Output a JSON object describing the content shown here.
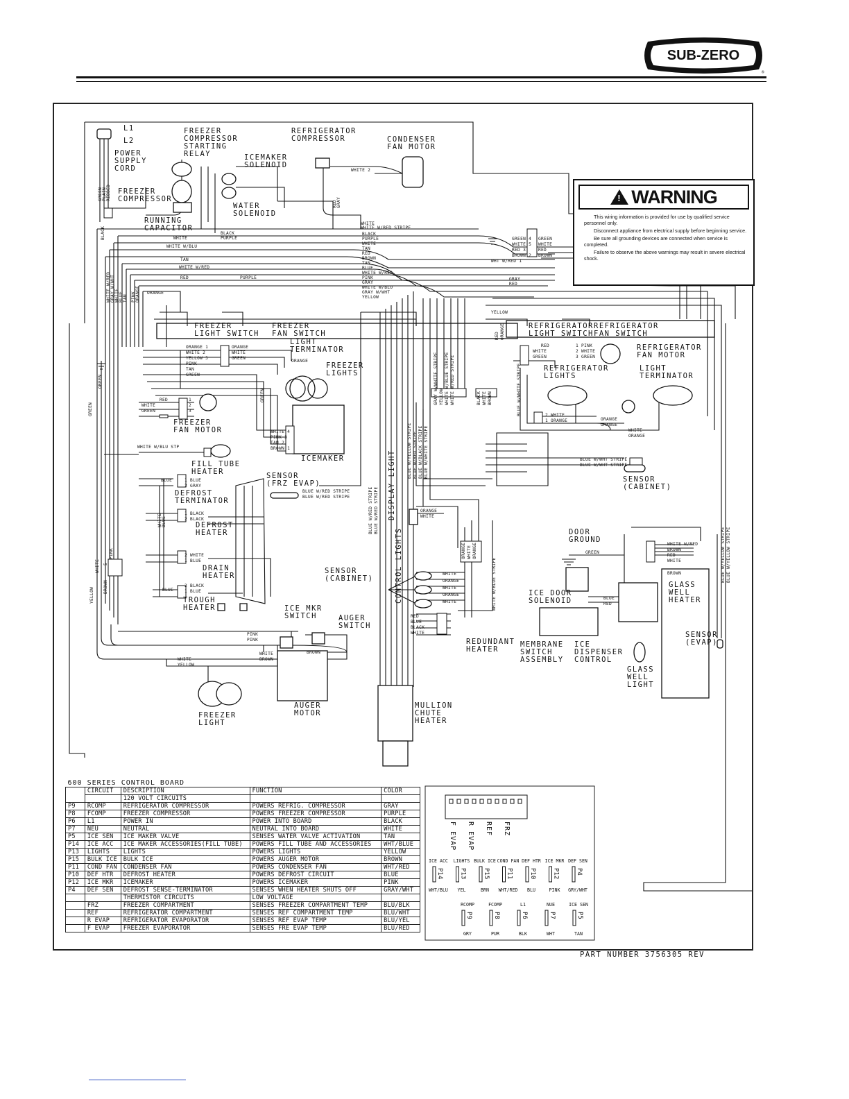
{
  "brand": {
    "name": "SUB-ZERO",
    "reg": "®"
  },
  "warning": {
    "title": "WARNING",
    "paragraphs": [
      "This wiring information is provided for use by qualified service personnel only.",
      "Disconnect appliance from electrical supply before beginning service.",
      "Be sure all grounding devices are connected when service is completed.",
      "Failure to observe the above warnings may result in severe electrical shock."
    ]
  },
  "components": {
    "l1": "L1",
    "l2": "L2",
    "power_cord": [
      "POWER",
      "SUPPLY",
      "CORD"
    ],
    "freezer_compressor_relay": [
      "FREEZER",
      "COMPRESSOR",
      "STARTING",
      "RELAY"
    ],
    "refrigerator_compressor": [
      "REFRIGERATOR",
      "COMPRESSOR"
    ],
    "condenser_fan_motor": [
      "CONDENSER",
      "FAN MOTOR"
    ],
    "icemaker_solenoid": [
      "ICEMAKER",
      "SOLENOID"
    ],
    "freezer_compressor": [
      "FREEZER",
      "COMPRESSOR"
    ],
    "water_solenoid": [
      "WATER",
      "SOLENOID"
    ],
    "running_capacitor": [
      "RUNNING",
      "CAPACITOR"
    ],
    "freezer_light_switch": [
      "FREEZER",
      "LIGHT SWITCH"
    ],
    "freezer_fan_switch": [
      "FREEZER",
      "FAN SWITCH"
    ],
    "light_terminator_frz": [
      "LIGHT",
      "TERMINATOR"
    ],
    "freezer_lights": [
      "FREEZER",
      "LIGHTS"
    ],
    "freezer_fan_motor": [
      "FREEZER",
      "FAN MOTOR"
    ],
    "icemaker": "ICEMAKER",
    "fill_tube_heater": [
      "FILL TUBE",
      "HEATER"
    ],
    "sensor_frz_evap": [
      "SENSOR",
      "(FRZ EVAP)"
    ],
    "defrost_terminator": [
      "DEFROST",
      "TERMINATOR"
    ],
    "defrost_heater": [
      "DEFROST",
      "HEATER"
    ],
    "drain_heater": [
      "DRAIN",
      "HEATER"
    ],
    "trough_heater": [
      "TROUGH",
      "HEATER"
    ],
    "ice_mkr_switch": [
      "ICE MKR",
      "SWITCH"
    ],
    "auger_switch": [
      "AUGER",
      "SWITCH"
    ],
    "auger_motor": [
      "AUGER",
      "MOTOR"
    ],
    "freezer_light": [
      "FREEZER",
      "LIGHT"
    ],
    "refrigerator_light_switch": [
      "REFRIGERATOR",
      "LIGHT SWITCH"
    ],
    "refrigerator_fan_switch": [
      "REFRIGERATOR",
      "FAN SWITCH"
    ],
    "refrigerator_fan_motor": [
      "REFRIGERATOR",
      "FAN MOTOR"
    ],
    "refrigerator_lights": [
      "REFRIGERATOR",
      "LIGHTS"
    ],
    "light_terminator_ref": [
      "LIGHT",
      "TERMINATOR"
    ],
    "sensor_cabinet_ref": [
      "SENSOR",
      "(CABINET)"
    ],
    "display_light": "DISPLAY LIGHT",
    "control_lights": "CONTROL LIGHTS",
    "sensor_cabinet_frz": [
      "SENSOR",
      "(CABINET)"
    ],
    "door_ground": [
      "DOOR",
      "GROUND"
    ],
    "glass_well_heater": [
      "GLASS",
      "WELL",
      "HEATER"
    ],
    "ice_door_solenoid": [
      "ICE DOOR",
      "SOLENOID"
    ],
    "redundant_heater": [
      "REDUNDANT",
      "HEATER"
    ],
    "membrane_switch": [
      "MEMBRANE",
      "SWITCH",
      "ASSEMBLY"
    ],
    "ice_dispenser_control": [
      "ICE",
      "DISPENSER",
      "CONTROL"
    ],
    "sensor_evap": [
      "SENSOR",
      "(EVAP)"
    ],
    "glass_well_light": [
      "GLASS",
      "WELL",
      "LIGHT"
    ],
    "mullion_chute_heater": [
      "MULLION",
      "CHUTE",
      "HEATER"
    ]
  },
  "wires": {
    "bundle_top": [
      "WHITE",
      "WHITE W/RED STRIPE",
      "BLACK",
      "PURPLE",
      "WHITE",
      "TAN",
      "RED",
      "BROWN",
      "TAN",
      "BLUE",
      "WHITE W/RED",
      "PINK",
      "GRAY",
      "WHITE W/BLU",
      "GRAY W/WHT",
      "YELLOW"
    ],
    "left_riser": [
      "WHITE W/RED",
      "GRAY W/WHT",
      "BLUE",
      "TAN",
      "PINK",
      "ORANGE",
      "WHITE"
    ],
    "black": "BLACK",
    "green": "GREEN",
    "white": "WHITE",
    "white_blu": "WHITE W/BLU",
    "white_red": "WHITE W/RED",
    "red": "RED",
    "purple": "PURPLE",
    "orange": "ORANGE",
    "gray": "GRAY",
    "yellow": "YELLOW",
    "pink": "PINK",
    "brown": "BROWN",
    "blue": "BLUE",
    "tan": "TAN",
    "white_2": "WHITE 2",
    "ref_ground": [
      "GREEN 4",
      "WHITE 5",
      "RED 3",
      "BROWN 2",
      "WHT W/RED 1"
    ],
    "ref_ground_right": [
      "GREEN",
      "WHITE",
      "RED",
      "BROWN"
    ],
    "fls": [
      "ORANGE 1",
      "WHITE 2",
      "YELLOW 3"
    ],
    "fls_right": [
      "ORANGE",
      "WHITE",
      "GREEN"
    ],
    "ffm": [
      "RED",
      "WHITE",
      "GREEN"
    ],
    "ffm_num": [
      "1",
      "2",
      "3"
    ],
    "icemaker_plug": [
      "WHITE 4",
      "PINK 3",
      "TAN 2",
      "BROWN 1"
    ],
    "rfm": [
      "RED",
      "WHITE",
      "GREEN"
    ],
    "rfm_right": [
      "1 PINK",
      "2 WHITE",
      "3 GREEN"
    ],
    "fill_tube": "WHITE W/BLU STP",
    "defrost_term": [
      "1 BLUE",
      "2 GRAY"
    ],
    "defrost_heater_plug": [
      "1 BLACK",
      "2 BLACK"
    ],
    "drain_plug": [
      "2 WHITE",
      "1 BLUE"
    ],
    "trough_plug": [
      "2 BLACK",
      "1 BLUE"
    ],
    "sensor_frz": [
      "BLUE W/RED STRIPE",
      "BLUE W/RED STRIPE"
    ],
    "sensor_cab": [
      "BLUE W/WHT STRIPE",
      "BLUE W/WHT STRIPE"
    ],
    "control_bundle": [
      "GRAY W/WHITE STRIPE",
      "YELLOW",
      "WHITE W/BLUE STRIPE",
      "WHITE W/RED STRIPE",
      "BLUE W/YELLOW STRIPE",
      "BLUE W/RED STRIPE",
      "BLUE W/BLACK STRIPE",
      "BLUE W/WHITE STRIPE",
      "BLACK",
      "WHITE",
      "BROWN"
    ],
    "ref_light": [
      "2 WHITE",
      "1 ORANGE"
    ],
    "ref_light_r": [
      "ORANGE",
      "ORANGE",
      "WHITE",
      "ORANGE"
    ],
    "display": [
      "ORANGE",
      "WHITE"
    ],
    "ctrl_lights": [
      "WHITE",
      "ORANGE",
      "WHITE",
      "ORANGE",
      "WHITE"
    ],
    "redundant": [
      "RED",
      "BLUE",
      "BLACK",
      "WHITE"
    ],
    "door": [
      "WHITE W/RED",
      "BROWN",
      "RED",
      "WHITE"
    ],
    "glass_sensor": [
      "BLUE W/YELLOW STRIPE",
      "BLUE W/YELLOW STRIPE"
    ],
    "ice_sw": [
      "PINK",
      "PINK",
      "WHITE",
      "BROWN"
    ],
    "auger_sw": "BROWN",
    "frz_light": [
      "WHITE",
      "YELLOW"
    ],
    "left_side": [
      "YELLOW",
      "WHITE",
      "BROWN",
      "PINK"
    ],
    "left_side_num": [
      "5",
      "4",
      "3",
      "2",
      "1"
    ],
    "power_cord_wires": [
      "GREEN",
      "PLAIN",
      "RIBBED"
    ]
  },
  "control_board": {
    "title": "600 SERIES CONTROL BOARD",
    "headers": [
      "CIRCUIT",
      "DESCRIPTION",
      "FUNCTION",
      "COLOR"
    ],
    "section_120v": "120 VOLT CIRCUITS",
    "rows_120v": [
      [
        "P9",
        "RCOMP",
        "REFRIGERATOR COMPRESSOR",
        "POWERS REFRIG. COMPRESSOR",
        "GRAY"
      ],
      [
        "P8",
        "FCOMP",
        "FREEZER COMPRESSOR",
        "POWERS FREEZER COMPRESSOR",
        "PURPLE"
      ],
      [
        "P6",
        "L1",
        "POWER IN",
        "POWER INTO BOARD",
        "BLACK"
      ],
      [
        "P7",
        "NEU",
        "NEUTRAL",
        "NEUTRAL INTO BOARD",
        "WHITE"
      ],
      [
        "P5",
        "ICE SEN",
        "ICE MAKER VALVE",
        "SENSES WATER VALVE ACTIVATION",
        "TAN"
      ],
      [
        "P14",
        "ICE ACC",
        "ICE MAKER ACCESSORIES(FILL TUBE)",
        "POWERS FILL TUBE AND ACCESSORIES",
        "WHT/BLUE"
      ],
      [
        "P13",
        "LIGHTS",
        "LIGHTS",
        "POWERS LIGHTS",
        "YELLOW"
      ],
      [
        "P15",
        "BULK ICE",
        "BULK ICE",
        "POWERS AUGER MOTOR",
        "BROWN"
      ],
      [
        "P11",
        "COND FAN",
        "CONDENSER FAN",
        "POWERS CONDENSER FAN",
        "WHT/RED"
      ],
      [
        "P10",
        "DEF HTR",
        "DEFROST HEATER",
        "POWERS DEFROST CIRCUIT",
        "BLUE"
      ],
      [
        "P12",
        "ICE MKR",
        "ICEMAKER",
        "POWERS ICEMAKER",
        "PINK"
      ],
      [
        "P4",
        "DEF SEN",
        "DEFROST SENSE-TERMINATOR",
        "SENSES WHEN HEATER SHUTS OFF",
        "GRAY/WHT"
      ]
    ],
    "section_thermistor": "THERMISTOR CIRCUITS",
    "section_low": "LOW VOLTAGE",
    "rows_thermistor": [
      [
        "",
        "FRZ",
        "FREEZER COMPARTMENT",
        "SENSES FREEZER COMPARTMENT TEMP",
        "BLU/BLK"
      ],
      [
        "",
        "REF",
        "REFRIGERATOR COMPARTMENT",
        "SENSES REF COMPARTMENT TEMP",
        "BLU/WHT"
      ],
      [
        "",
        "R EVAP",
        "REFRIGERATOR EVAPORATOR",
        "SENSES REF EVAP TEMP",
        "BLU/YEL"
      ],
      [
        "",
        "F EVAP",
        "FREEZER EVAPORATOR",
        "SENSES FRE EVAP TEMP",
        "BLU/RED"
      ]
    ]
  },
  "board_pins": {
    "thermistor_labels": [
      "F EVAP",
      "R EVAP",
      "REF",
      "FRZ"
    ],
    "upper": [
      {
        "label": "ICE ACC",
        "pin": "P14",
        "color": "WHT/BLU"
      },
      {
        "label": "LIGHTS",
        "pin": "P13",
        "color": "YEL"
      },
      {
        "label": "BULK ICE",
        "pin": "P15",
        "color": "BRN"
      },
      {
        "label": "COND FAN",
        "pin": "P11",
        "color": "WHT/RED"
      },
      {
        "label": "DEF HTR",
        "pin": "P10",
        "color": "BLU"
      },
      {
        "label": "ICE MKR",
        "pin": "P12",
        "color": "PINK"
      },
      {
        "label": "DEF SEN",
        "pin": "P4",
        "color": "GRY/WHT"
      }
    ],
    "lower": [
      {
        "label": "RCOMP",
        "pin": "P9",
        "color": "GRY"
      },
      {
        "label": "FCOMP",
        "pin": "P8",
        "color": "PUR"
      },
      {
        "label": "L1",
        "pin": "P6",
        "color": "BLK"
      },
      {
        "label": "NUE",
        "pin": "P7",
        "color": "WHT"
      },
      {
        "label": "ICE SEN",
        "pin": "P5",
        "color": "TAN"
      }
    ]
  },
  "part_number": "PART NUMBER 3756305 REV"
}
